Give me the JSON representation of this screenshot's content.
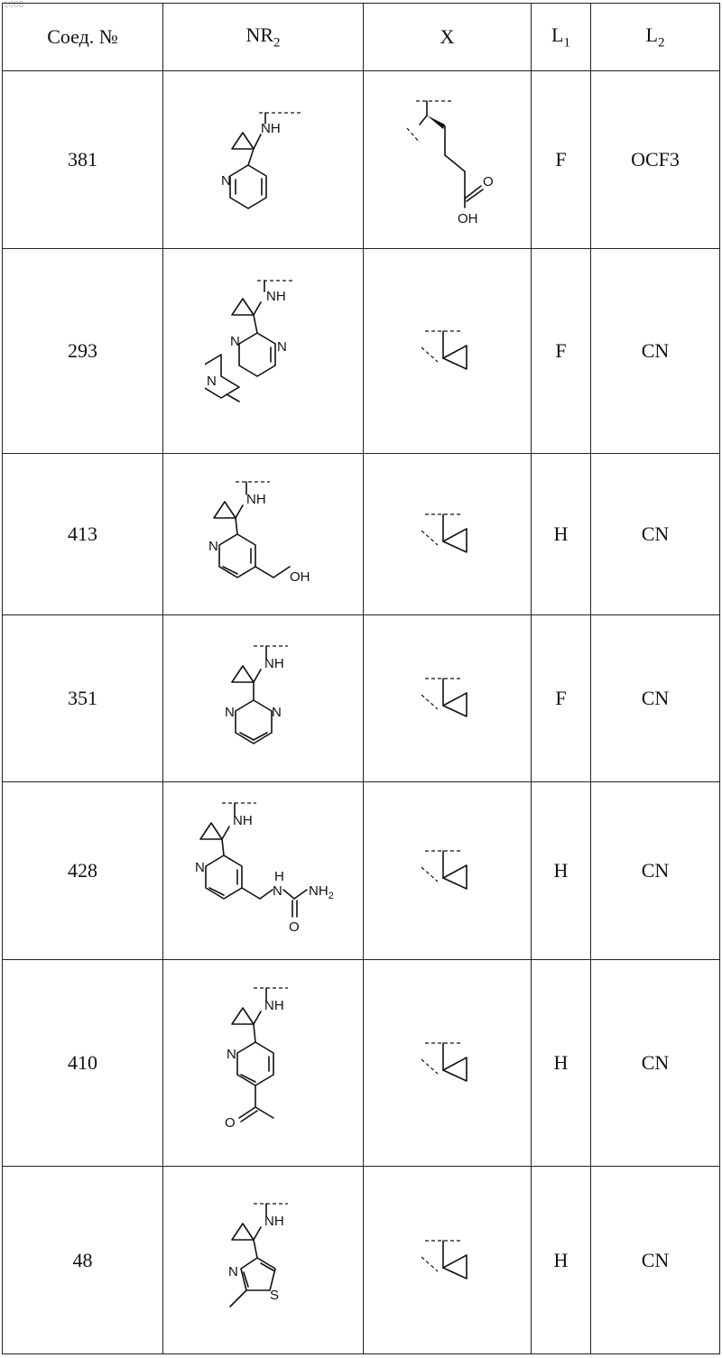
{
  "page_number": "1668",
  "table": {
    "headers": {
      "compound": "Соед. №",
      "nr2_main": "NR",
      "nr2_sub": "2",
      "x": "X",
      "l1_main": "L",
      "l1_sub": "1",
      "l2_main": "L",
      "l2_sub": "2"
    },
    "rows": [
      {
        "compound": "381",
        "l1": "F",
        "l2": "OCF3",
        "nr2_labels": [
          "NH",
          "N"
        ],
        "x_labels": [
          "O",
          "OH"
        ]
      },
      {
        "compound": "293",
        "l1": "F",
        "l2": "CN",
        "nr2_labels": [
          "NH",
          "N",
          "N",
          "N"
        ]
      },
      {
        "compound": "413",
        "l1": "H",
        "l2": "CN",
        "nr2_labels": [
          "NH",
          "N",
          "OH"
        ]
      },
      {
        "compound": "351",
        "l1": "F",
        "l2": "CN",
        "nr2_labels": [
          "NH",
          "N",
          "N"
        ]
      },
      {
        "compound": "428",
        "l1": "H",
        "l2": "CN",
        "nr2_labels": [
          "NH",
          "N",
          "H",
          "N",
          "NH",
          "2",
          "O"
        ]
      },
      {
        "compound": "410",
        "l1": "H",
        "l2": "CN",
        "nr2_labels": [
          "NH",
          "N",
          "O"
        ]
      },
      {
        "compound": "48",
        "l1": "H",
        "l2": "CN",
        "nr2_labels": [
          "NH",
          "N",
          "S"
        ]
      }
    ]
  }
}
